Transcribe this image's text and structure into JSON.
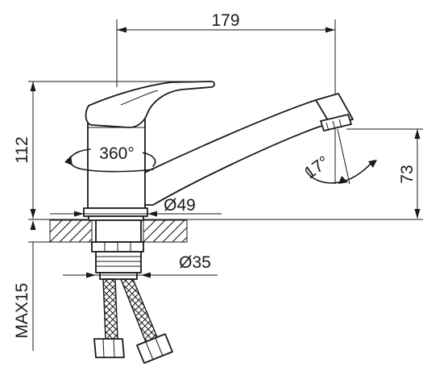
{
  "drawing": {
    "dimensions": {
      "spout_reach": "179",
      "total_height": "112",
      "spout_height": "73",
      "base_diameter": "Ø49",
      "shank_diameter": "Ø35",
      "max_countertop": "MAX15"
    },
    "angles": {
      "swivel": "360°",
      "aerator_tilt": "17°"
    }
  }
}
